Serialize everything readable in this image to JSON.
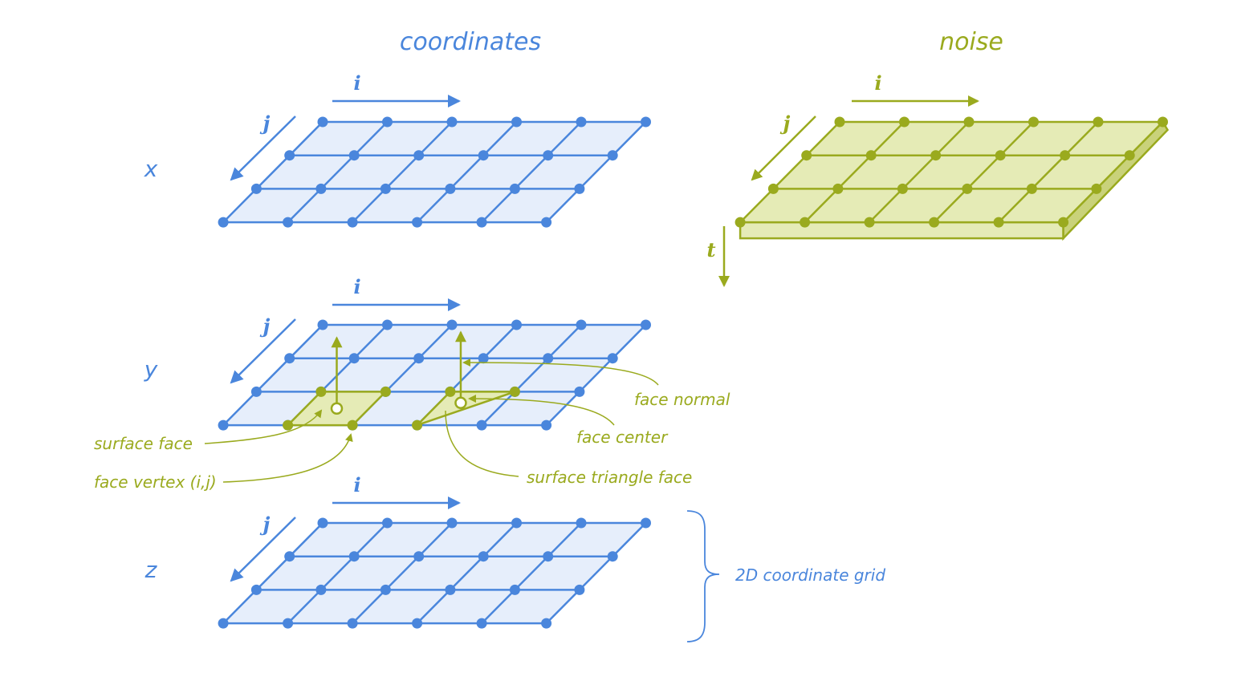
{
  "titles": {
    "coordinates": "coordinates",
    "noise": "noise"
  },
  "row_labels": [
    "x",
    "y",
    "z"
  ],
  "axis_letters": {
    "i": "i",
    "j": "j",
    "t": "t"
  },
  "annotations": {
    "face_normal": "face normal",
    "face_center": "face center",
    "surface_face": "surface face",
    "face_vertex": "face vertex (i,j)",
    "surface_triangle_face": "surface triangle face",
    "grid_2d": "2D coordinate grid"
  },
  "grid": {
    "columns": 6,
    "rows": 4
  },
  "colors": {
    "blue": "#4a86dc",
    "blue_fill": "#e6eefb",
    "olive": "#9aaa1e",
    "olive_fill": "#e5ebb6",
    "olive_side": "#c9d27a"
  }
}
